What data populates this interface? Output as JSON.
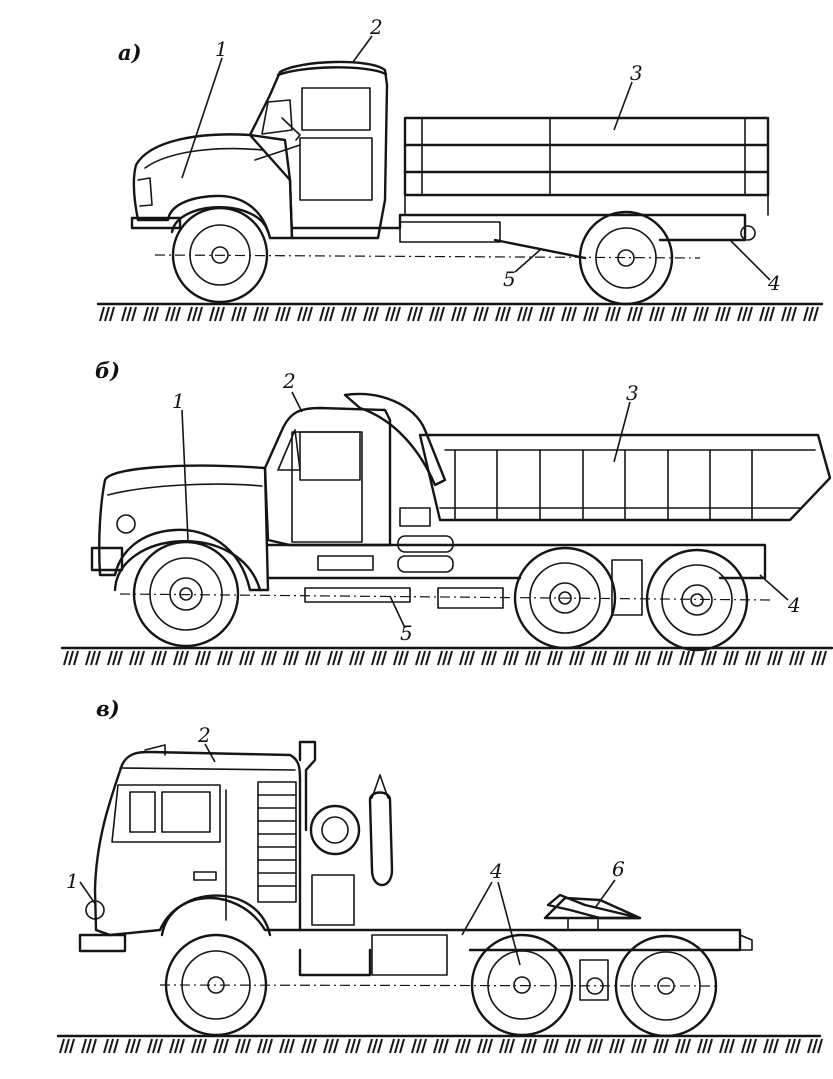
{
  "panels": [
    {
      "letter": "а)",
      "labels": [
        "1",
        "2",
        "3",
        "4",
        "5"
      ]
    },
    {
      "letter": "б)",
      "labels": [
        "1",
        "2",
        "3",
        "4",
        "5"
      ]
    },
    {
      "letter": "в)",
      "labels": [
        "1",
        "2",
        "4",
        "6"
      ]
    }
  ]
}
